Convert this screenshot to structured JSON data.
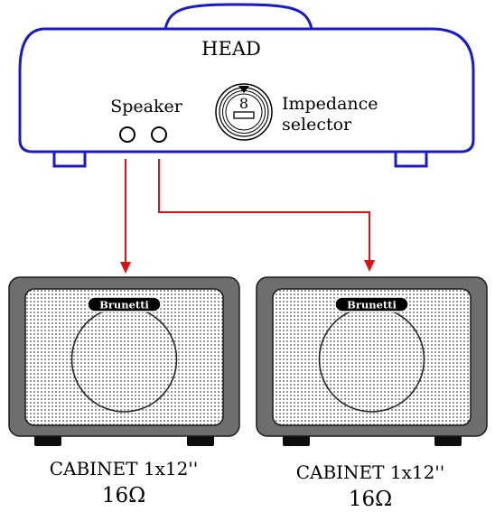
{
  "head": {
    "title": "HEAD",
    "speaker_label": "Speaker",
    "impedance_label_line1": "Impedance",
    "impedance_label_line2": "selector",
    "impedance_value": "8"
  },
  "cabinets": [
    {
      "brand": "Brunetti",
      "model": "CABINET 1x12''",
      "impedance": "16Ω"
    },
    {
      "brand": "Brunetti",
      "model": "CABINET 1x12''",
      "impedance": "16Ω"
    }
  ],
  "colors": {
    "head_outline": "#1a1acc",
    "cable": "#e01010",
    "cabinet_body": "#6e6e6e"
  }
}
